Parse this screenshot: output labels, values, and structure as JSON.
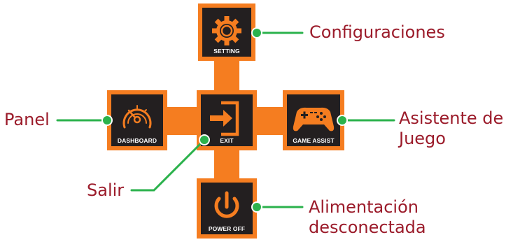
{
  "colors": {
    "accent": "#f57d20",
    "tile": "#231f20",
    "connector": "#2bb24c",
    "label": "#9b1b2a"
  },
  "menu": {
    "setting": {
      "label": "SETTING",
      "icon": "gear-icon"
    },
    "dashboard": {
      "label": "DASHBOARD",
      "icon": "speedometer-icon"
    },
    "exit": {
      "label": "EXIT",
      "icon": "exit-icon"
    },
    "game_assist": {
      "label": "GAME ASSIST",
      "icon": "gamepad-icon"
    },
    "power_off": {
      "label": "POWER OFF",
      "icon": "power-icon"
    }
  },
  "callouts": {
    "configuraciones": "Configuraciones",
    "panel": "Panel",
    "asistente_line1": "Asistente de",
    "asistente_line2": "Juego",
    "salir": "Salir",
    "alimentacion_line1": "Alimentación",
    "alimentacion_line2": "desconectada"
  }
}
